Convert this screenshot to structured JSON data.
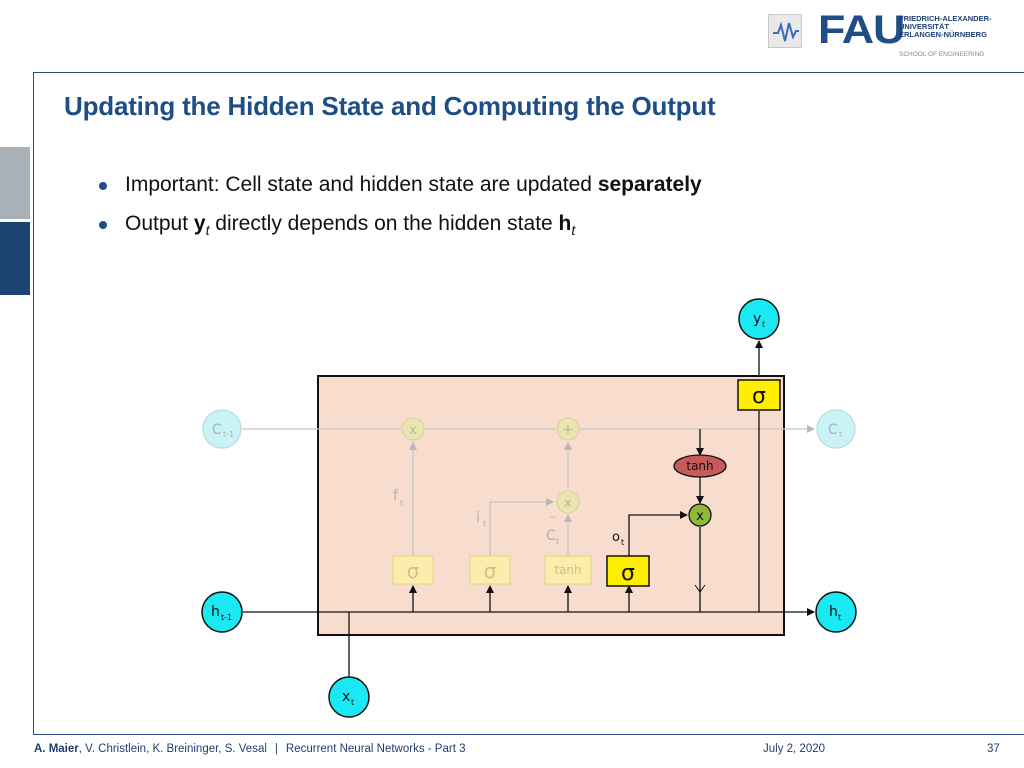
{
  "header": {
    "logo_word": "FAU",
    "university_lines": [
      "FRIEDRICH-ALEXANDER-",
      "UNIVERSITÄT",
      "ERLANGEN-NÜRNBERG"
    ],
    "school": "SCHOOL OF ENGINEERING"
  },
  "slide": {
    "title": "Updating the Hidden State and Computing the Output",
    "bullet1": {
      "text": "Important: Cell state and hidden state are updated ",
      "bold": "separately"
    },
    "bullet2": {
      "pre": "Output ",
      "y": "y",
      "y_sub": "t",
      "mid": " directly depends on the hidden state ",
      "h": "h",
      "h_sub": "t"
    }
  },
  "diagram": {
    "nodes": {
      "y_out": [
        "y",
        "t"
      ],
      "c_prev": [
        "C",
        "t-1"
      ],
      "c_next": [
        "C",
        "t"
      ],
      "h_prev": [
        "h",
        "t-1"
      ],
      "h_next": [
        "h",
        "t"
      ],
      "x_in": [
        "x",
        "t"
      ]
    },
    "ops": {
      "multiply": "x",
      "add": "+",
      "tanh": "tanh",
      "sigma": "σ"
    },
    "gate_labels": {
      "f": [
        "f",
        "t"
      ],
      "i": [
        "i",
        "t"
      ],
      "c_tilde": [
        "C",
        "t"
      ],
      "o": [
        "o",
        "t"
      ]
    }
  },
  "footer": {
    "author_bold": "A. Maier",
    "authors_rest": ", V. Christlein, K. Breininger, S. Vesal",
    "separator": "|",
    "course": "Recurrent Neural Networks - Part 3",
    "date": "July 2, 2020",
    "page": "37"
  },
  "colors": {
    "brand_blue": "#1f4e86",
    "cell_fill": "#f8dccd",
    "node_cyan": "#1ae8f2",
    "node_green": "#8fb93c",
    "tanh_red": "#c75a5a",
    "gate_yellow": "#ffee00"
  }
}
